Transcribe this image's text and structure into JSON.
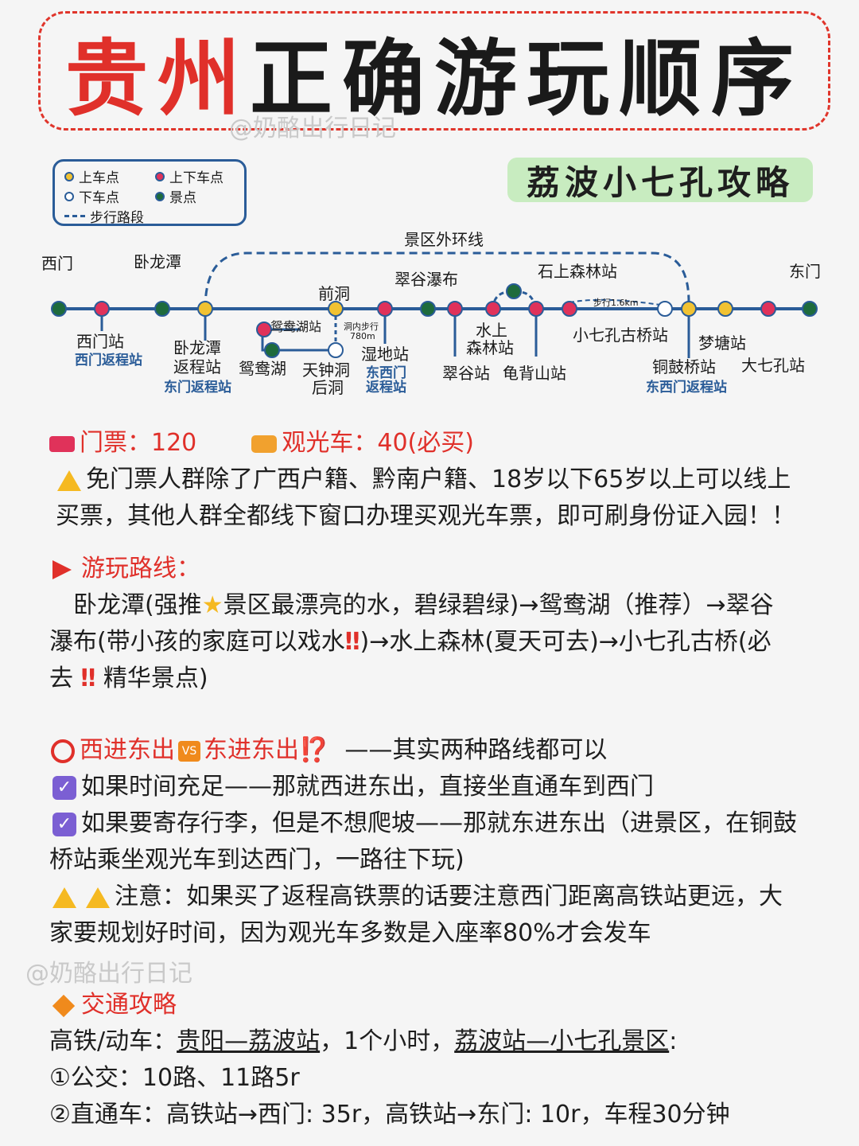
{
  "title": {
    "part1": "贵州",
    "part2": "正确游玩顺序"
  },
  "watermarks": [
    "@奶酪出行日记",
    "@奶酪出行日记"
  ],
  "subtitle": "荔波小七孔攻略",
  "legend": {
    "board": "上车点",
    "board_alight": "上下车点",
    "alight": "下车点",
    "scenic": "景点",
    "walk": "步行路段"
  },
  "colors": {
    "accent": "#e0302a",
    "route": "#2a5c98",
    "scenic": "#1e6b3c",
    "board": "#f1c232",
    "both": "#e0325a"
  },
  "map": {
    "outer_loop": "景区外环线",
    "xi_men": "西门",
    "wolongtan": "卧龙潭",
    "dong_men": "东门",
    "cuigu_pubu": "翠谷瀑布",
    "qian_dong": "前洞",
    "shishang_senlin": "石上森林站",
    "walk_1_6": "步行1.6km",
    "xi_men_zhan": "西门站",
    "xi_men_return": "西门返程站",
    "wolongtan_return": "卧龙潭返程站",
    "dong_men_return": "东门返程站",
    "yuanyang_hu_zhan": "鸳鸯湖站",
    "yuanyang_hu": "鸳鸯湖",
    "dong_nei_walk": "洞内步行",
    "walk_780": "780m",
    "tianzhong_dong": "天钟洞",
    "hou_dong": "后洞",
    "shidi_zhan": "湿地站",
    "dong_xi_men": "东西门",
    "return_zhan": "返程站",
    "shui_shang": "水上",
    "senlin_zhan": "森林站",
    "cuigu_zhan": "翠谷站",
    "guibei_shan": "龟背山站",
    "xiaoqikong": "小七孔古桥站",
    "mengtang": "梦塘站",
    "tonggu_qiao": "铜鼓桥站",
    "daqikong": "大七孔站",
    "dong_xi_men_return": "东西门返程站"
  },
  "ticket": {
    "label": "门票：120",
    "bus_label": "观光车：40(必买)"
  },
  "notice1": {
    "line1": "免门票人群除了广西户籍、黔南户籍、18岁以下65岁以上可以线上",
    "line2": "买票，其他人群全都线下窗口办理买观光车票，即可刷身份证入园！！"
  },
  "route": {
    "heading": "游玩路线：",
    "line1a": "卧龙潭(强推",
    "line1b": "景区最漂亮的水，碧绿碧绿)→鸳鸯湖（推荐）→翠谷",
    "line2a": "瀑布(带小孩的家庭可以戏水",
    "line2b": ")→水上森林(夏天可去)→小七孔古桥(必",
    "line3a": "去",
    "line3b": "精华景点)"
  },
  "compare": {
    "a": "西进东出",
    "vs": "VS",
    "b": "东进东出⁉️",
    "c": "——其实两种路线都可以",
    "opt1": "如果时间充足——那就西进东出，直接坐直通车到西门",
    "opt2a": "如果要寄存行李，但是不想爬坡——那就东进东出（进景区，在铜鼓",
    "opt2b": "桥站乘坐观光车到达西门，一路往下玩)",
    "warn1": "注意：如果买了返程高铁票的话要注意西门距离高铁站更远，大",
    "warn2": "家要规划好时间，因为观光车多数是入座率80%才会发车"
  },
  "traffic": {
    "heading": "交通攻略",
    "l1a": "高铁/动车：",
    "l1b": "贵阳—荔波站",
    "l1c": "，1个小时，",
    "l1d": "荔波站—小七孔景区",
    "l1e": ":",
    "l2": "①公交：10路、11路5r",
    "l3": "②直通车：高铁站→西门: 35r，高铁站→东门: 10r，车程30分钟"
  }
}
